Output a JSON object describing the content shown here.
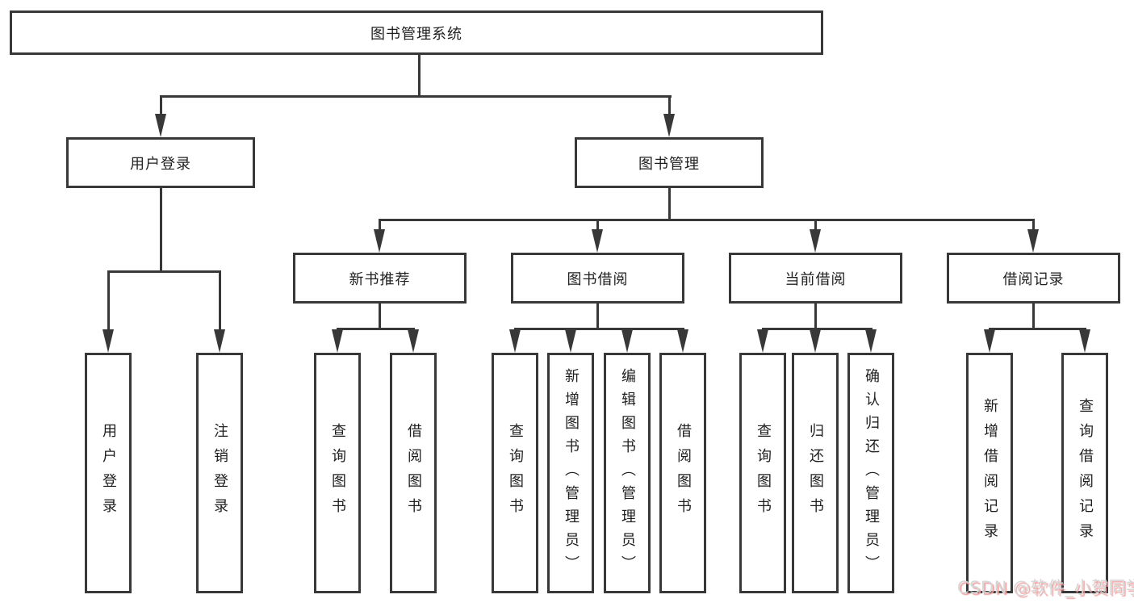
{
  "diagram_title": "图书管理系统",
  "colors": {
    "line": "#383838",
    "text": "#1f1f1f",
    "background": "#ffffff",
    "watermark_text": "#d6d6d6",
    "watermark_shadow": "#f3a0a0"
  },
  "nodes": {
    "root": {
      "label": "图书管理系统"
    },
    "user_login": {
      "label": "用户登录"
    },
    "book_mgmt": {
      "label": "图书管理"
    },
    "new_book_rec": {
      "label": "新书推荐"
    },
    "book_borrow": {
      "label": "图书借阅"
    },
    "current_borrow": {
      "label": "当前借阅"
    },
    "borrow_record": {
      "label": "借阅记录"
    },
    "leaf_user_login": {
      "label": "用户登录"
    },
    "leaf_logout_login": {
      "label": "注销登录"
    },
    "rec_query_book": {
      "label": "查询图书"
    },
    "rec_borrow_book": {
      "label": "借阅图书"
    },
    "bb_query_book": {
      "label": "查询图书"
    },
    "bb_add_book": {
      "label": "新增图书（管理员）"
    },
    "bb_edit_book": {
      "label": "编辑图书（管理员）"
    },
    "bb_borrow_book": {
      "label": "借阅图书"
    },
    "cb_query_book": {
      "label": "查询图书"
    },
    "cb_return_book": {
      "label": "归还图书"
    },
    "cb_confirm_return": {
      "label": "确认归还（管理员）"
    },
    "br_add_record": {
      "label": "新增借阅记录"
    },
    "br_query_record": {
      "label": "查询借阅记录"
    }
  },
  "watermark": {
    "text": "CSDN @软件_小贺同学"
  }
}
